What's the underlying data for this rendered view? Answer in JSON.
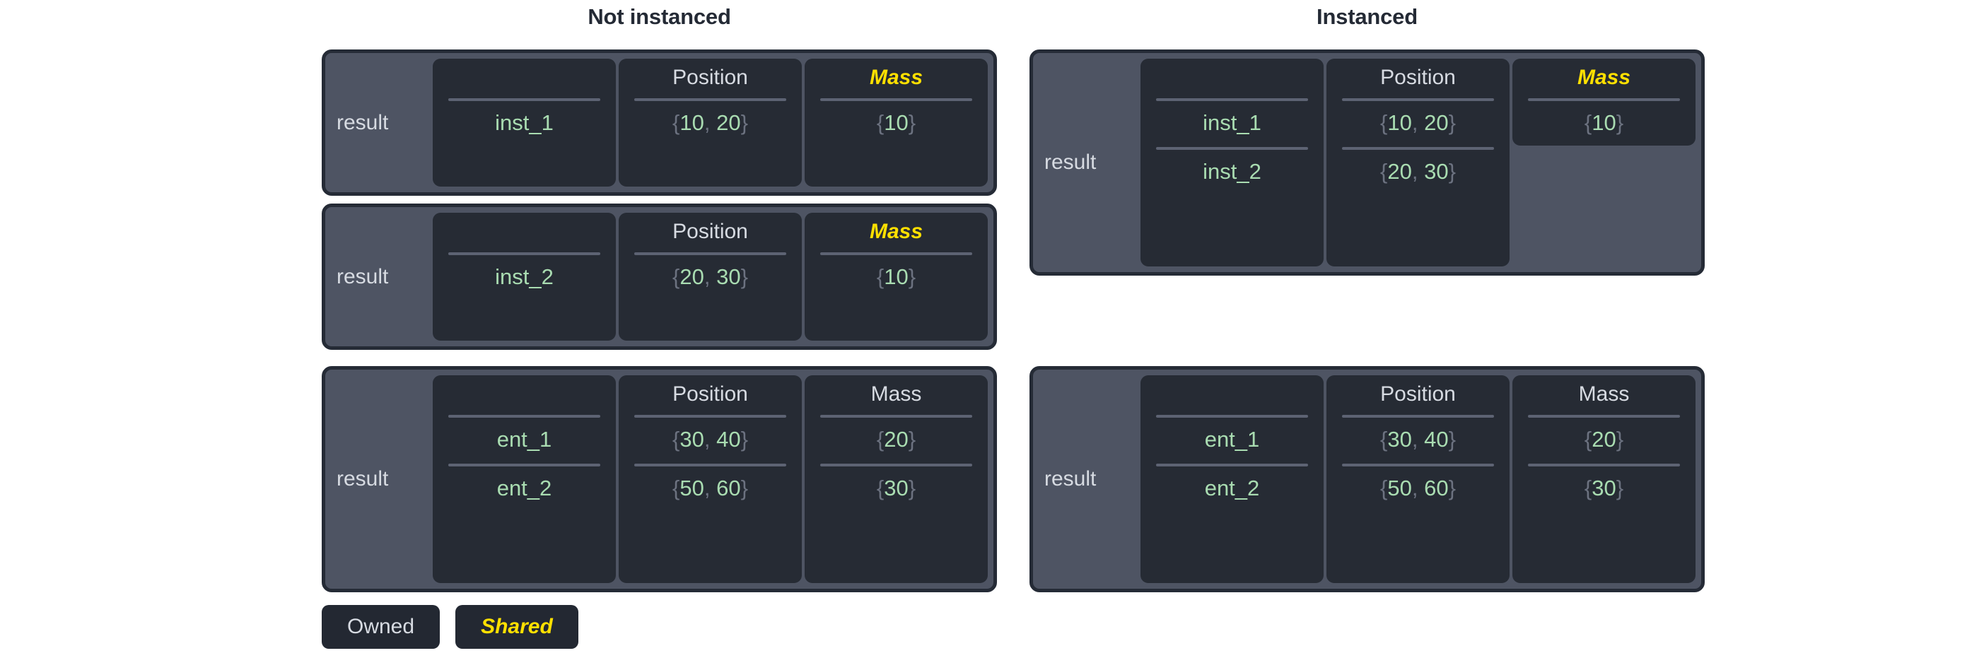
{
  "headings": {
    "left": "Not instanced",
    "right": "Instanced"
  },
  "legend": {
    "owned_label": "Owned",
    "shared_label": "Shared"
  },
  "colors": {
    "page_background": "#ffffff",
    "heading_text": "#242a35",
    "panel_background": "#4e5463",
    "panel_border": "#252b36",
    "column_background": "#262b34",
    "header_text": "#d7dbe2",
    "value_text": "#a9dcb1",
    "brace_text": "#6c7280",
    "rule": "#5d6373",
    "shared_accent": "#ffe000",
    "chip_background": "#232832"
  },
  "panels": [
    {
      "side": "left",
      "owner": "result",
      "columns": [
        {
          "header": "",
          "shared": false,
          "rows": [
            "inst_1"
          ]
        },
        {
          "header": "Position",
          "shared": false,
          "rows": [
            "{10, 20}"
          ]
        },
        {
          "header": "Mass",
          "shared": true,
          "rows": [
            "{10}"
          ]
        }
      ]
    },
    {
      "side": "left",
      "owner": "result",
      "columns": [
        {
          "header": "",
          "shared": false,
          "rows": [
            "inst_2"
          ]
        },
        {
          "header": "Position",
          "shared": false,
          "rows": [
            "{20, 30}"
          ]
        },
        {
          "header": "Mass",
          "shared": true,
          "rows": [
            "{10}"
          ]
        }
      ]
    },
    {
      "side": "left",
      "owner": "result",
      "columns": [
        {
          "header": "",
          "shared": false,
          "rows": [
            "ent_1",
            "ent_2"
          ]
        },
        {
          "header": "Position",
          "shared": false,
          "rows": [
            "{30, 40}",
            "{50, 60}"
          ]
        },
        {
          "header": "Mass",
          "shared": false,
          "rows": [
            "{20}",
            "{30}"
          ]
        }
      ]
    },
    {
      "side": "right",
      "owner": "result",
      "columns": [
        {
          "header": "",
          "shared": false,
          "rows": [
            "inst_1",
            "inst_2"
          ]
        },
        {
          "header": "Position",
          "shared": false,
          "rows": [
            "{10, 20}",
            "{20, 30}"
          ]
        },
        {
          "header": "Mass",
          "shared": true,
          "rows": [
            "{10}"
          ]
        }
      ]
    },
    {
      "side": "right",
      "owner": "result",
      "columns": [
        {
          "header": "",
          "shared": false,
          "rows": [
            "ent_1",
            "ent_2"
          ]
        },
        {
          "header": "Position",
          "shared": false,
          "rows": [
            "{30, 40}",
            "{50, 60}"
          ]
        },
        {
          "header": "Mass",
          "shared": false,
          "rows": [
            "{20}",
            "{30}"
          ]
        }
      ]
    }
  ]
}
